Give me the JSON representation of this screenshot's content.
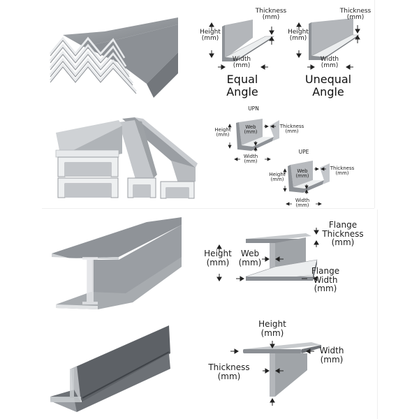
{
  "sections": {
    "angle": {
      "photo": "steel-angle-bars-photo",
      "equal": {
        "thickness": "Thickness",
        "thickness_unit": "(mm)",
        "height": "Height",
        "height_unit": "(mm)",
        "width": "Width",
        "width_unit": "(mm)",
        "title_line1": "Equal",
        "title_line2": "Angle"
      },
      "unequal": {
        "thickness": "Thickness",
        "thickness_unit": "(mm)",
        "height": "Height",
        "height_unit": "(mm)",
        "width": "Width",
        "width_unit": "(mm)",
        "title_line1": "Unequal",
        "title_line2": "Angle"
      }
    },
    "channel": {
      "photo": "steel-channel-bars-photo",
      "upn": {
        "title": "UPN",
        "height": "Height",
        "height_unit": "(mm)",
        "web": "Web",
        "web_unit": "(mm)",
        "thickness": "Thickness",
        "thickness_unit": "(mm)",
        "width": "Width",
        "width_unit": "(mm)"
      },
      "upe": {
        "title": "UPE",
        "height": "Height",
        "height_unit": "(mm)",
        "web": "Web",
        "web_unit": "(mm)",
        "thickness": "Thickness",
        "thickness_unit": "(mm)",
        "width": "Width",
        "width_unit": "(mm)"
      }
    },
    "ibeam": {
      "photo": "steel-i-beam-photo",
      "height": "Height",
      "height_unit": "(mm)",
      "web": "Web",
      "web_unit": "(mm)",
      "flange_thickness_1": "Flange",
      "flange_thickness_2": "Thickness",
      "flange_thickness_unit": "(mm)",
      "flange_width_1": "Flange",
      "flange_width_2": "Width",
      "flange_width_unit": "(mm)"
    },
    "tee": {
      "photo": "steel-t-bar-photo",
      "height": "Height",
      "height_unit": "(mm)",
      "width": "Width",
      "width_unit": "(mm)",
      "thickness": "Thickness",
      "thickness_unit": "(mm)"
    }
  },
  "colors": {
    "background": "#ffffff",
    "steel_light": "#e4e6e8",
    "steel_mid": "#b4b8bc",
    "steel_dark": "#7d8186",
    "text": "#1d1d1d"
  }
}
